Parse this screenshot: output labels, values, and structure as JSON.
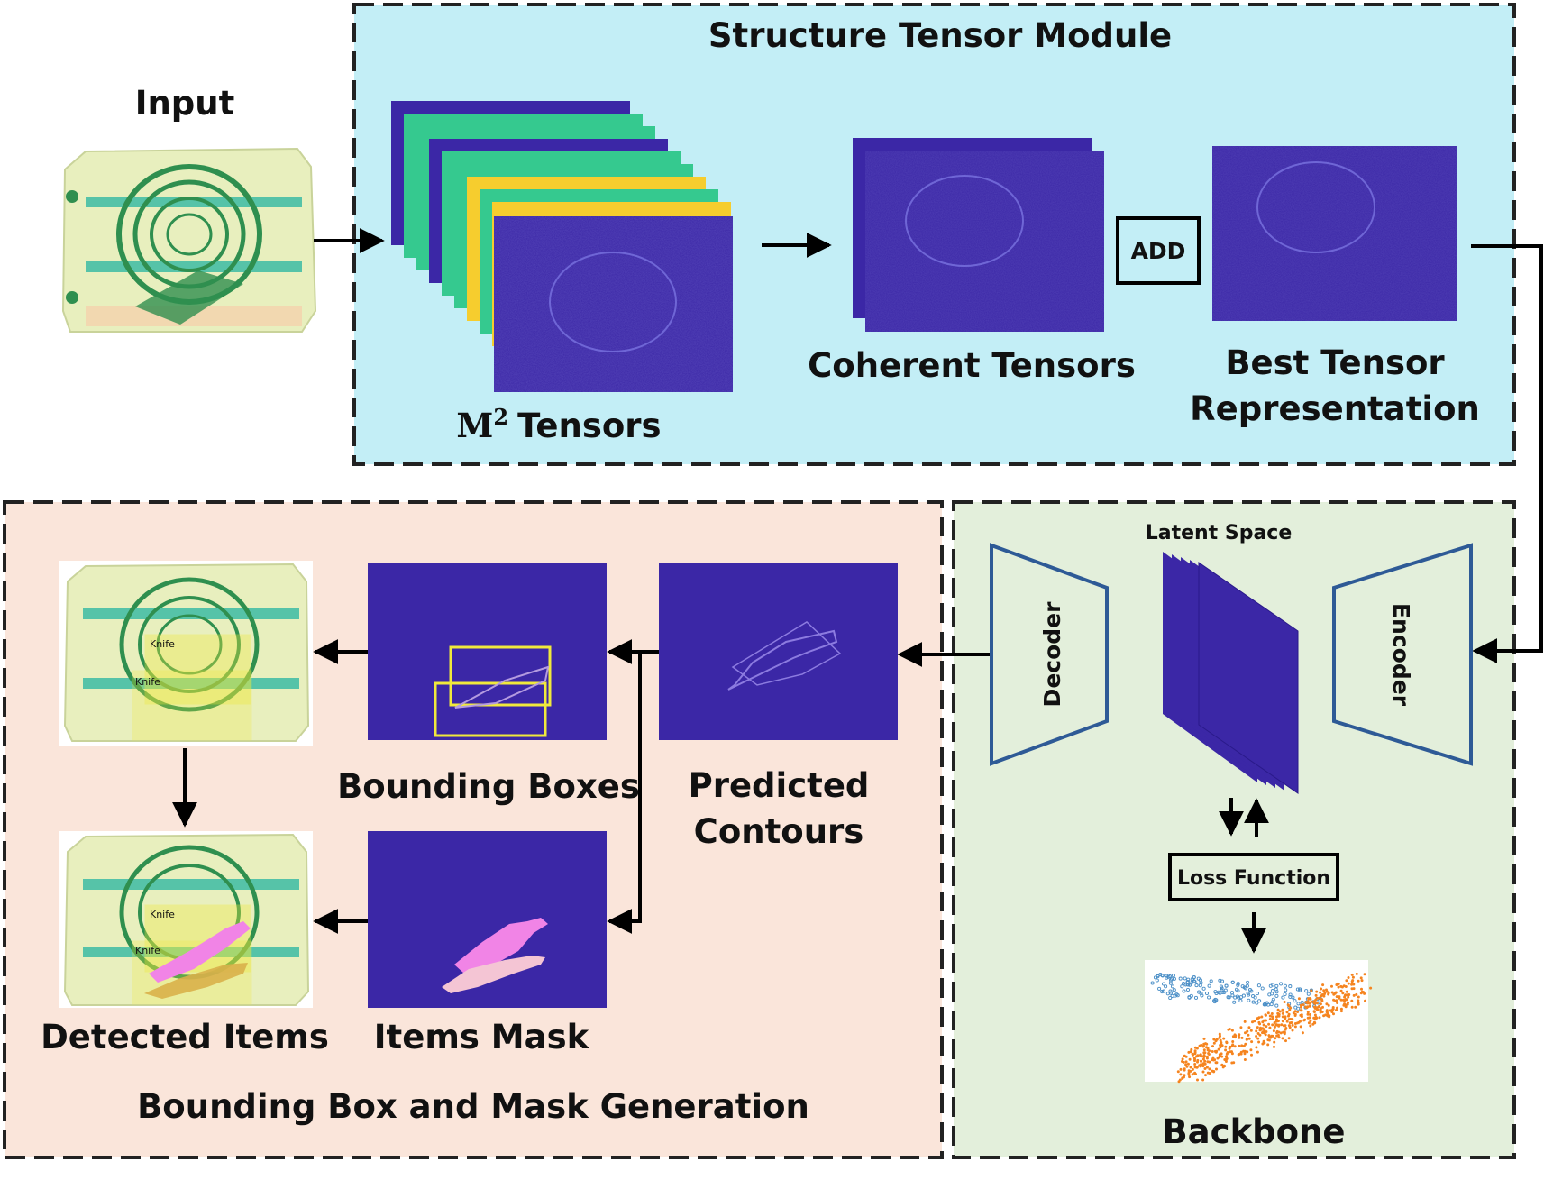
{
  "input": {
    "label": "Input"
  },
  "structure_module": {
    "title": "Structure Tensor Module",
    "m2_prefix": "M",
    "m2_exponent": "2",
    "m2_suffix": "Tensors",
    "coherent_label": "Coherent Tensors",
    "add_label": "ADD",
    "best_line1": "Best Tensor",
    "best_line2": "Representation"
  },
  "backbone": {
    "title": "Backbone",
    "latent_label": "Latent Space",
    "decoder_label": "Decoder",
    "encoder_label": "Encoder",
    "loss_label": "Loss Function"
  },
  "generation": {
    "title": "Bounding Box and Mask Generation",
    "detected_label": "Detected Items",
    "mask_label": "Items Mask",
    "bbox_label": "Bounding Boxes",
    "contours_line1": "Predicted",
    "contours_line2": "Contours",
    "box_tag1": "Knife",
    "box_tag2": "Knife"
  },
  "colors": {
    "tensor_blue": "#3b27a6",
    "cyan_panel": "#c3eef6",
    "green_panel": "#e3efdb",
    "peach_panel": "#fae5da",
    "teal": "#35c98f",
    "yellow": "#f6cd2e",
    "scatter_blue": "#4b8fc7",
    "scatter_orange": "#f5841f",
    "mask_pink": "#f184e6",
    "mask_light": "#f4c5d4",
    "box_yellow": "#f0e93c"
  }
}
